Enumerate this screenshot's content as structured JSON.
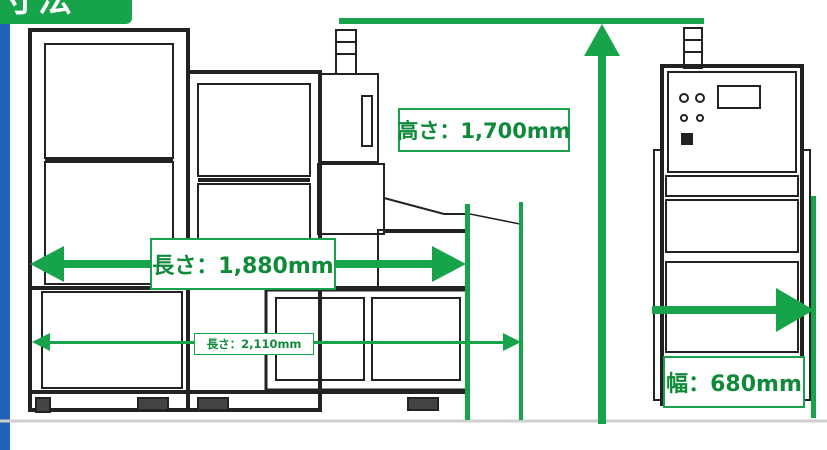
{
  "header": {
    "tab_label": "寸法"
  },
  "dimensions": {
    "height": "高さ：1,700mm",
    "length_1": "長さ：1,880mm",
    "length_2": "長さ：2,110mm",
    "width": "幅：680mm"
  },
  "colors": {
    "dimension_green": "#17a34a",
    "label_text": "#0f8a3a",
    "machine_line": "#222222",
    "accent_blue": "#1f62b8"
  }
}
